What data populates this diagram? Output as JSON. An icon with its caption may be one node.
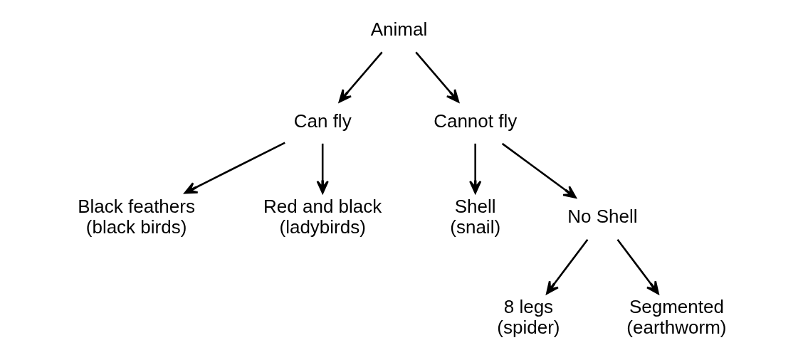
{
  "diagram": {
    "nodes": [
      {
        "text": [
          "Animal"
        ]
      },
      {
        "text": [
          "Can fly"
        ]
      },
      {
        "text": [
          "Cannot fly"
        ]
      },
      {
        "text": [
          "Black feathers",
          "(black birds)"
        ]
      },
      {
        "text": [
          "Red and black",
          "(ladybirds)"
        ]
      },
      {
        "text": [
          "Shell",
          "(snail)"
        ]
      },
      {
        "text": [
          "No Shell"
        ]
      },
      {
        "text": [
          "8 legs",
          "(spider)"
        ]
      },
      {
        "text": [
          "Segmented",
          "(earthworm)"
        ]
      }
    ],
    "edges": [
      {
        "from": 0,
        "to": 1,
        "arrow": "to"
      },
      {
        "from": 0,
        "to": 2,
        "arrow": "to"
      },
      {
        "from": 1,
        "to": 3,
        "arrow": "to"
      },
      {
        "from": 1,
        "to": 4,
        "arrow": "to"
      },
      {
        "from": 2,
        "to": 5,
        "arrow": "to"
      },
      {
        "from": 2,
        "to": 6,
        "arrow": "to"
      },
      {
        "from": 6,
        "to": 7,
        "arrow": "to"
      },
      {
        "from": 6,
        "to": 8,
        "arrow": "to"
      }
    ]
  }
}
